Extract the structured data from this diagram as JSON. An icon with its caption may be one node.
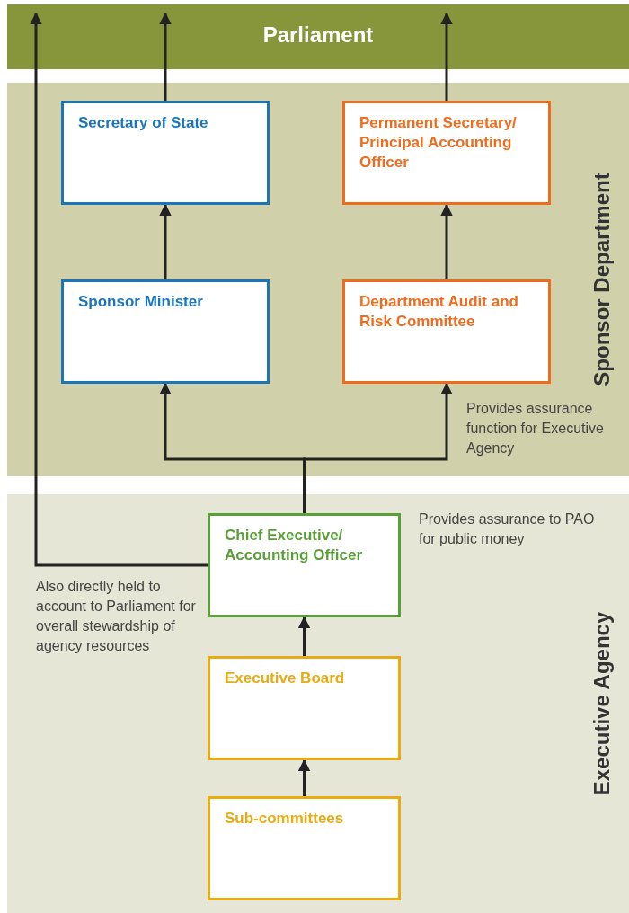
{
  "diagram": {
    "nodes": [
      {
        "text": [
          "Parliament"
        ]
      },
      {
        "text": [
          "Sponsor Department"
        ]
      },
      {
        "text": [
          "Secretary of State"
        ],
        "in": 1
      },
      {
        "text": [
          "Permanent Secretary/ Principal Accounting Officer"
        ],
        "in": 1
      },
      {
        "text": [
          "Sponsor Minister"
        ],
        "in": 1
      },
      {
        "text": [
          "Department Audit and Risk Committee"
        ],
        "in": 1,
        "beside": [
          "Provides assurance function for Executive Agency"
        ]
      },
      {
        "text": [
          "Executive Agency"
        ]
      },
      {
        "text": [
          "Chief Executive/ Accounting Officer"
        ],
        "in": 6,
        "beside": [
          "Provides assurance to PAO for public money"
        ]
      },
      {
        "text": [
          "Executive Board"
        ],
        "in": 6
      },
      {
        "text": [
          "Sub-committees"
        ],
        "in": 6
      }
    ],
    "edges": [
      {
        "from": 2,
        "to": 0,
        "arrow": "to"
      },
      {
        "from": 3,
        "to": 0,
        "arrow": "to"
      },
      {
        "from": 4,
        "to": 2,
        "arrow": "to"
      },
      {
        "from": 5,
        "to": 3,
        "arrow": "to"
      },
      {
        "from": 7,
        "to": 4,
        "arrow": "to"
      },
      {
        "from": 7,
        "to": 5,
        "arrow": "to"
      },
      {
        "from": 7,
        "to": 0,
        "arrow": "to"
      },
      {
        "from": 8,
        "to": 7,
        "arrow": "to"
      },
      {
        "from": 9,
        "to": 8,
        "arrow": "to"
      }
    ],
    "labels": [
      "Also directly held to account to Parliament for overall stewardship of agency resources"
    ]
  }
}
